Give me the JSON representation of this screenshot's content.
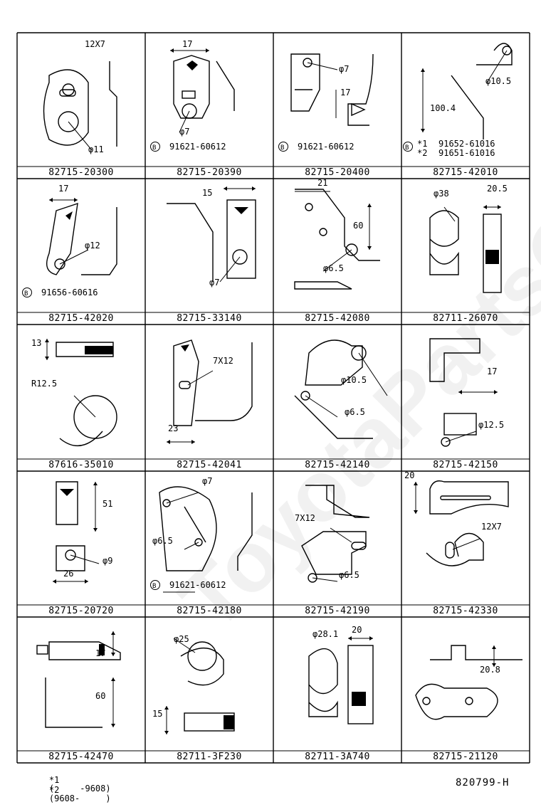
{
  "watermark": "ToyotaPartsOnline",
  "drawing_id": "820799-H",
  "footnotes": [
    {
      "mark": "*1",
      "range": "(     -9608)"
    },
    {
      "mark": "*2",
      "range": "(9608-     )"
    }
  ],
  "cells": [
    {
      "part": "82715-20300",
      "labels": [
        "12X7",
        "φ11"
      ]
    },
    {
      "part": "82715-20390",
      "labels": [
        "17",
        "φ7",
        "B",
        "91621-60612"
      ]
    },
    {
      "part": "82715-20400",
      "labels": [
        "φ7",
        "17",
        "B",
        "91621-60612"
      ]
    },
    {
      "part": "82715-42010",
      "labels": [
        "φ10.5",
        "100.4",
        "B",
        "*1",
        "91652-61016",
        "*2",
        "91651-61016"
      ]
    },
    {
      "part": "82715-42020",
      "labels": [
        "17",
        "φ12",
        "B",
        "91656-60616"
      ]
    },
    {
      "part": "82715-33140",
      "labels": [
        "15",
        "φ7"
      ]
    },
    {
      "part": "82715-42080",
      "labels": [
        "21",
        "60",
        "φ6.5"
      ]
    },
    {
      "part": "82711-26070",
      "labels": [
        "φ38",
        "20.5"
      ]
    },
    {
      "part": "87616-35010",
      "labels": [
        "13",
        "R12.5"
      ]
    },
    {
      "part": "82715-42041",
      "labels": [
        "7X12",
        "23"
      ]
    },
    {
      "part": "82715-42140",
      "labels": [
        "φ10.5",
        "φ6.5"
      ]
    },
    {
      "part": "82715-42150",
      "labels": [
        "17",
        "φ12.5"
      ]
    },
    {
      "part": "82715-20720",
      "labels": [
        "51",
        "φ9",
        "26"
      ]
    },
    {
      "part": "82715-42180",
      "labels": [
        "φ7",
        "φ6.5",
        "B",
        "91621-60612"
      ]
    },
    {
      "part": "82715-42190",
      "labels": [
        "7X12",
        "φ6.5"
      ]
    },
    {
      "part": "82715-42330",
      "labels": [
        "20",
        "12X7"
      ]
    },
    {
      "part": "82715-42470",
      "labels": [
        "17",
        "60"
      ]
    },
    {
      "part": "82711-3F230",
      "labels": [
        "φ25",
        "15"
      ]
    },
    {
      "part": "82711-3A740",
      "labels": [
        "φ28.1",
        "20"
      ]
    },
    {
      "part": "82715-21120",
      "labels": [
        "20.8"
      ]
    }
  ]
}
